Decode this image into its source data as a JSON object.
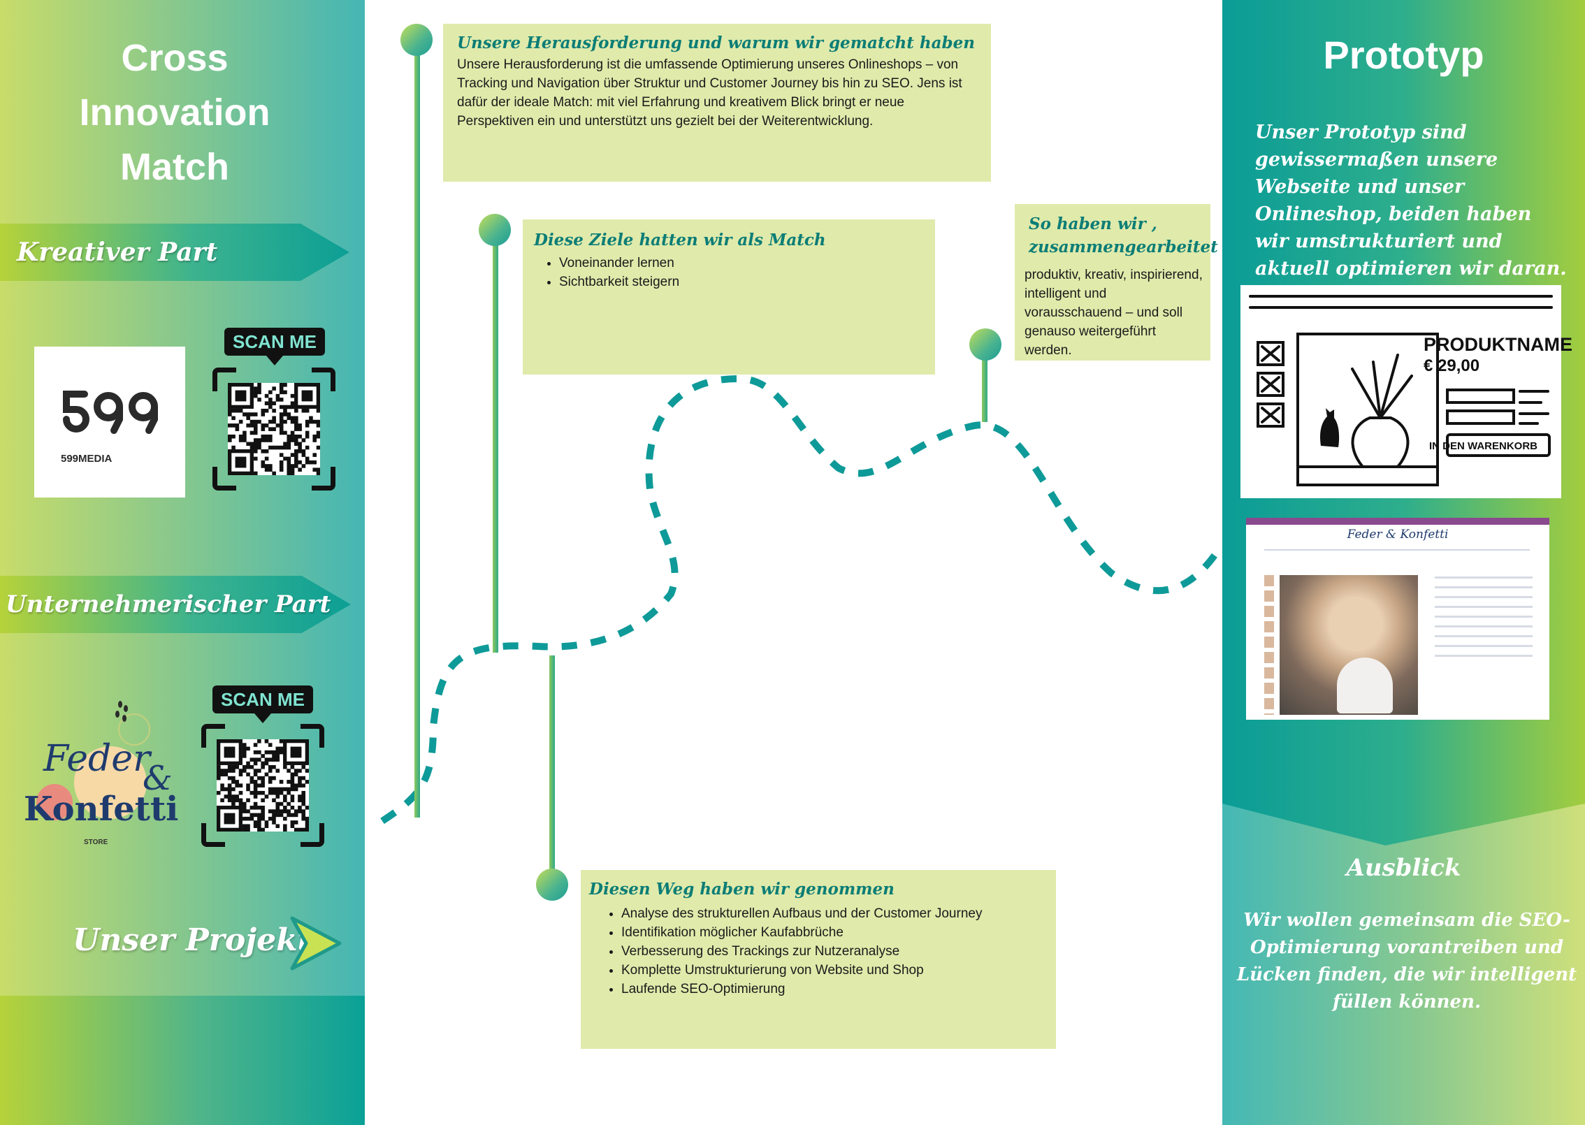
{
  "left": {
    "title_lines": [
      "Cross",
      "Innovation",
      "Match"
    ],
    "creative_part": "Kreativer Part",
    "business_part": "Unternehmerischer Part",
    "scan_me_1": "SCAN ME",
    "scan_me_2": "SCAN ME",
    "logo_599": {
      "mark": "5,9,9",
      "name": "599MEDIA"
    },
    "logo_feder": {
      "line1": "Feder",
      "amp": "&",
      "line2": "Konfetti",
      "sub": "STORE"
    },
    "project_label": "Unser Projekt"
  },
  "boxes": {
    "challenge": {
      "heading": "Unsere Herausforderung und warum wir gematcht haben",
      "body": "Unsere Herausforderung ist die umfassende Optimierung unseres Onlineshops – von Tracking und Navigation über Struktur und Customer Journey bis hin zu SEO. Jens ist dafür der ideale Match: mit viel Erfahrung und kreativem Blick bringt er neue Perspektiven ein und unterstützt uns gezielt bei der Weiterentwicklung."
    },
    "goals": {
      "heading": "Diese Ziele hatten wir als Match",
      "items": [
        "Voneinander lernen",
        "Sichtbarkeit steigern"
      ]
    },
    "collab": {
      "heading": "So haben wir , zusammengearbeitet",
      "body": "produktiv, kreativ, inspirierend, intelligent und vorausschauend – und soll genauso weitergeführt werden."
    },
    "path": {
      "heading": "Diesen Weg haben wir genommen",
      "items": [
        "Analyse des strukturellen Aufbaus und der Customer Journey",
        "Identifikation möglicher Kaufabbrüche",
        "Verbesserung des Trackings zur Nutzeranalyse",
        "Komplette Umstrukturierung von Website und Shop",
        "Laufende SEO-Optimierung"
      ]
    }
  },
  "right": {
    "title": "Prototyp",
    "intro": "Unser Prototyp sind gewissermaßen unsere Webseite und unser Onlineshop, beiden haben wir umstrukturiert und aktuell optimieren wir daran.",
    "sketch": {
      "product_name": "PRODUKTNAME",
      "price": "€ 29,00",
      "cart_button": "IN DEN WARENKORB"
    },
    "shot": {
      "brand": "Feder & Konfetti"
    },
    "outlook_title": "Ausblick",
    "outlook_text": "Wir wollen gemeinsam die SEO-Optimierung vorantreiben und Lücken finden, die wir intelligent füllen können."
  },
  "colors": {
    "teal": "#0a9c97",
    "lime": "#b6d23a",
    "box_fill": "#e0eaab",
    "heading_teal": "#0b7d76",
    "dash": "#0e9a98"
  }
}
